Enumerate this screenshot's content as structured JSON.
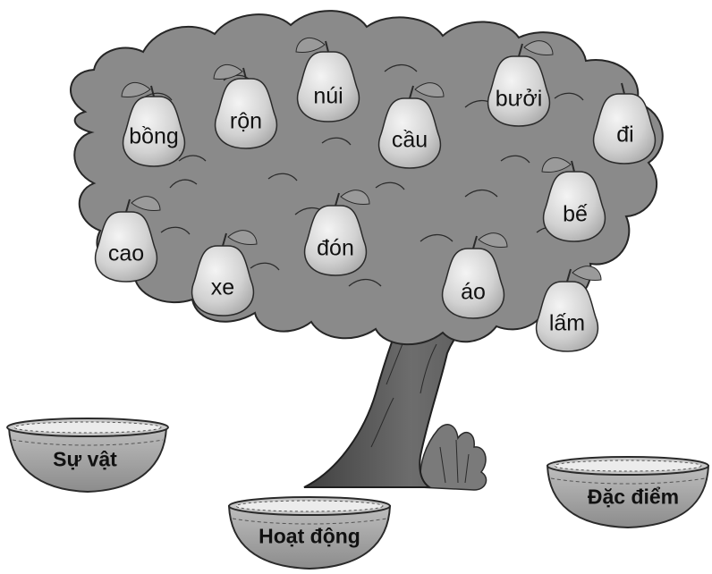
{
  "pears": [
    "bồng",
    "rộn",
    "núi",
    "cầu",
    "bưởi",
    "đi",
    "bế",
    "cao",
    "xe",
    "đón",
    "áo",
    "lấm"
  ],
  "baskets": [
    "Sự vật",
    "Hoạt động",
    "Đặc điểm"
  ],
  "colors": {
    "tree_crown": "#8a8a8a",
    "pear": "#d8d8d8",
    "leaf": "#9a9a9a",
    "basket": "#a9a9a9",
    "outline": "#2a2a2a"
  }
}
